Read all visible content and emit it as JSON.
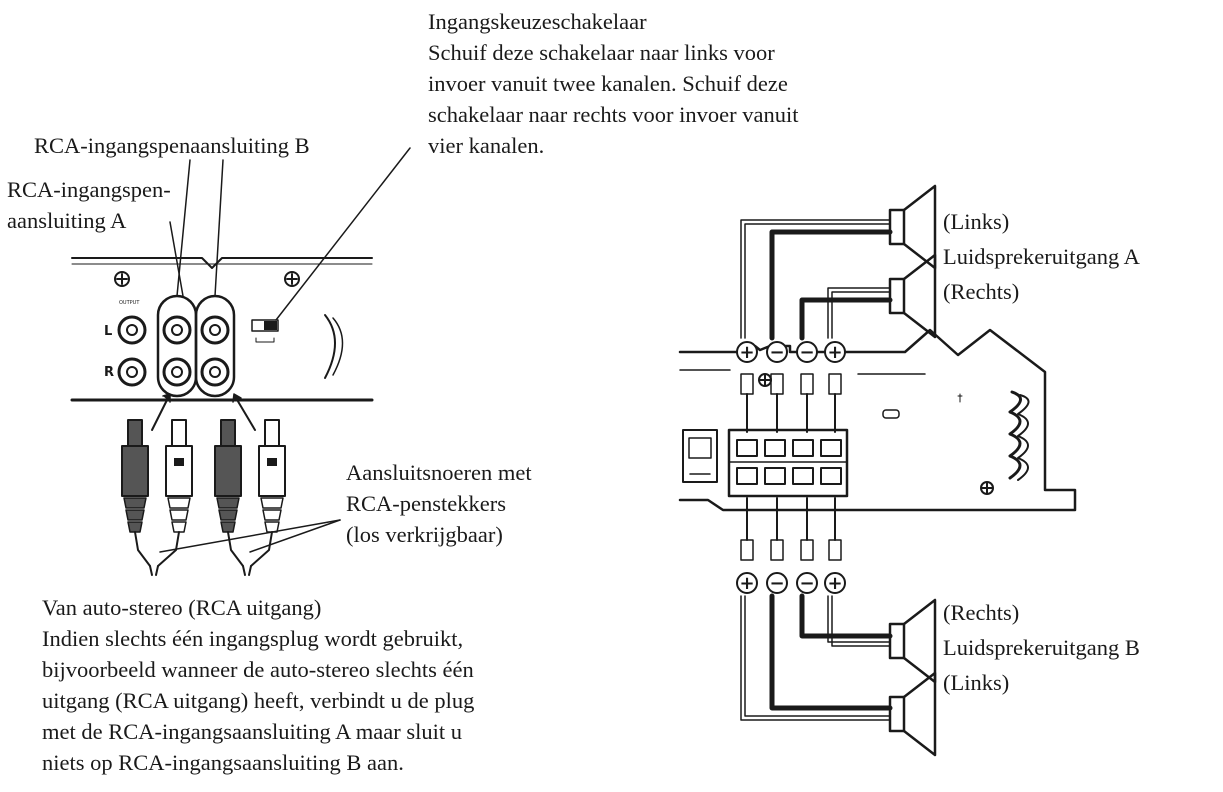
{
  "switch_callout": {
    "title": "Ingangskeuzeschakelaar",
    "lines": [
      "Schuif deze schakelaar naar links voor",
      "invoer vanuit twee kanalen. Schuif deze",
      "schakelaar naar rechts voor invoer vanuit",
      "vier kanalen."
    ]
  },
  "rca_b_label": "RCA-ingangspenaansluiting B",
  "rca_a_label": [
    "RCA-ingangspen-",
    "aansluiting A"
  ],
  "cords_label": [
    "Aansluitsnoeren met",
    "RCA-penstekkers",
    "(los verkrijgbaar)"
  ],
  "source_note": {
    "title": "Van auto-stereo (RCA uitgang)",
    "lines": [
      "Indien slechts één ingangsplug wordt gebruikt,",
      "bijvoorbeeld wanneer de auto-stereo slechts één",
      "uitgang (RCA uitgang) heeft, verbindt u de plug",
      "met de RCA-ingangsaansluiting A maar sluit u",
      "niets op RCA-ingangsaansluiting B aan."
    ]
  },
  "speaker_a": {
    "top": "(Links)",
    "name": "Luidsprekeruitgang A",
    "bottom": "(Rechts)"
  },
  "speaker_b": {
    "top": "(Rechts)",
    "name": "Luidsprekeruitgang B",
    "bottom": "(Links)"
  },
  "polarity_a": [
    "+",
    "−",
    "−",
    "+"
  ],
  "polarity_b": [
    "+",
    "−",
    "−",
    "+"
  ],
  "panel_markings": {
    "output": "OUTPUT",
    "left": "L",
    "right": "R"
  },
  "colors": {
    "ink": "#1a1a1a",
    "plug_dark": "#555555",
    "plug_light": "#ffffff"
  }
}
